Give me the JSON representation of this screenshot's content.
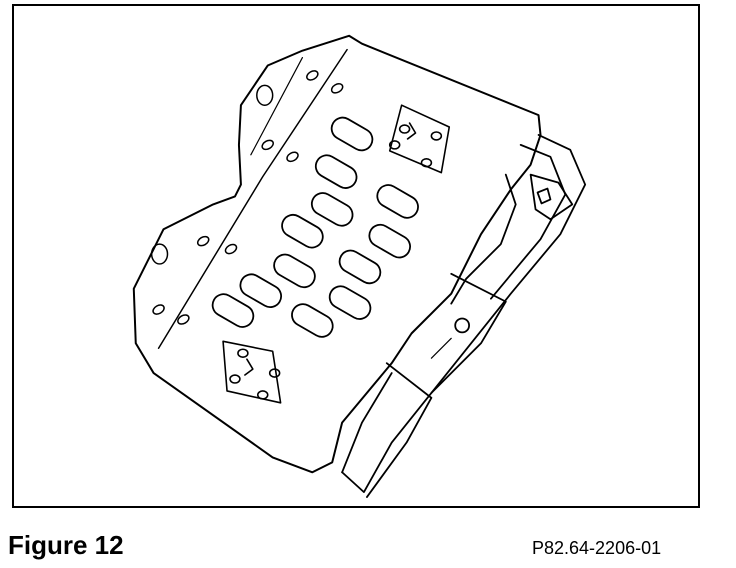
{
  "figure": {
    "caption": "Figure 12",
    "reference": "P82.64-2206-01",
    "illustration": "module-mounting-bracket-line-drawing",
    "colors": {
      "line": "#000000",
      "background": "#ffffff"
    }
  }
}
